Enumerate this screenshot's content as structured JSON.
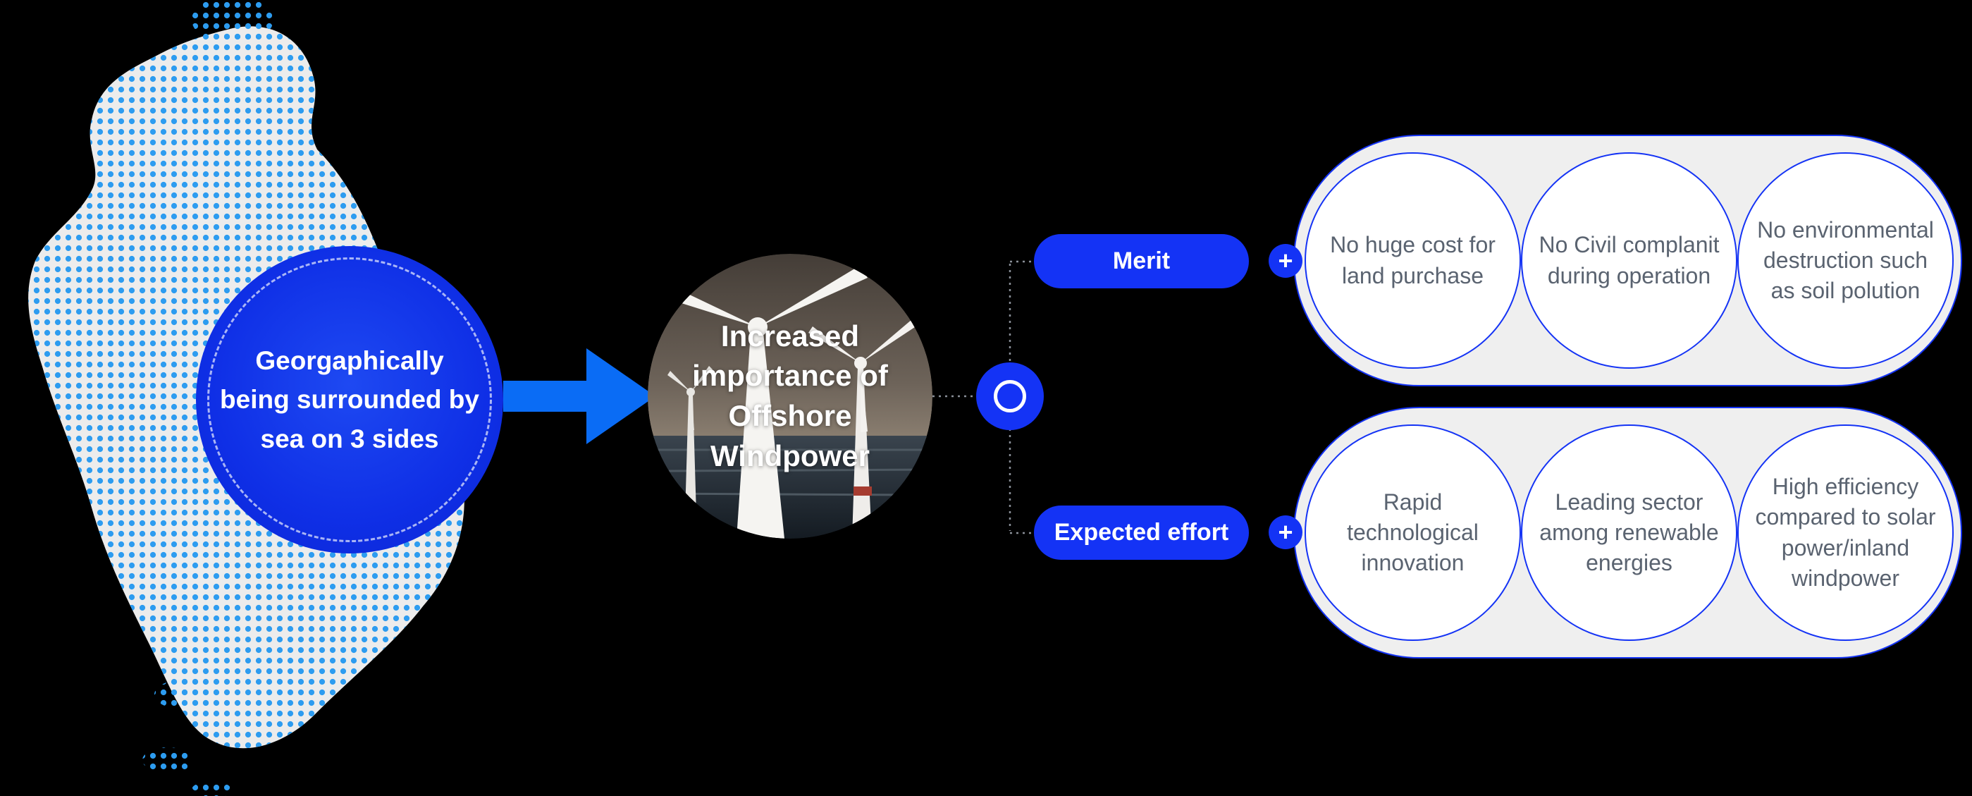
{
  "colors": {
    "background": "#000000",
    "accent_blue": "#1433F5",
    "arrow_blue": "#0A6CF5",
    "dot_blue": "#2D9CF0",
    "panel_gray": "#EFEFEF",
    "text_gray": "#5A6370"
  },
  "map_circle": {
    "lines": [
      "Georgaphically",
      "being surrounded by",
      "sea on 3 sides"
    ]
  },
  "center_circle": {
    "lines": [
      "Increased",
      "importance of",
      "Offshore",
      "Windpower"
    ]
  },
  "icons": {
    "plus": "+"
  },
  "branches": [
    {
      "label": "Merit",
      "items": [
        "No huge cost for land purchase",
        "No Civil complanit during operation",
        "No environmental destruction such as soil polution"
      ]
    },
    {
      "label": "Expected effort",
      "items": [
        "Rapid technological innovation",
        "Leading sector among renewable energies",
        "High efficiency compared to solar power/inland windpower"
      ]
    }
  ]
}
